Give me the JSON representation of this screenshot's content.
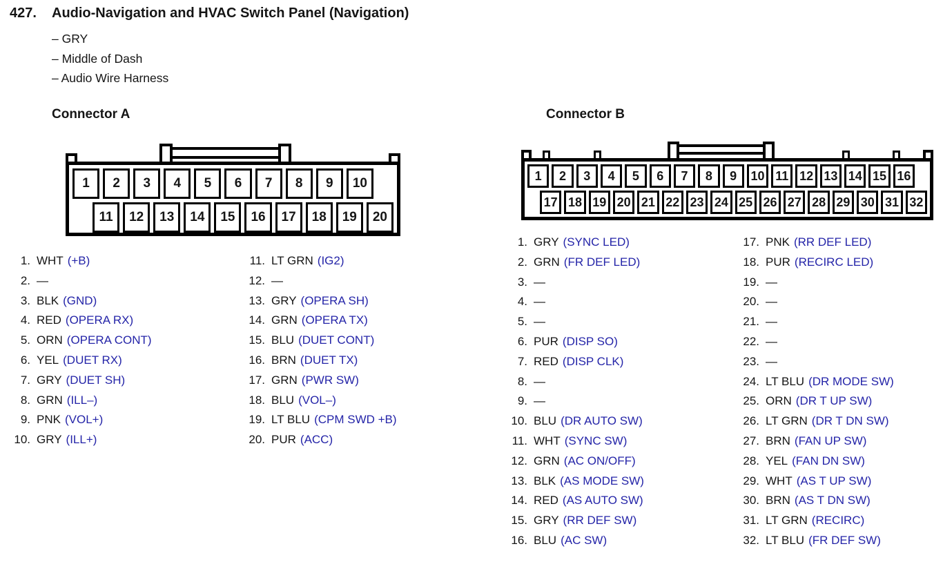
{
  "header": {
    "item_number": "427.",
    "title": "Audio-Navigation and HVAC Switch Panel (Navigation)",
    "details": [
      "– GRY",
      "– Middle of Dash",
      "– Audio Wire Harness"
    ]
  },
  "colors": {
    "signal_blue": "#2424a8",
    "ink_black": "#151515",
    "background": "#ffffff"
  },
  "connector_a": {
    "heading": "Connector A",
    "top_pins": [
      "1",
      "2",
      "3",
      "4",
      "5",
      "6",
      "7",
      "8",
      "9",
      "10"
    ],
    "bottom_pins": [
      "11",
      "12",
      "13",
      "14",
      "15",
      "16",
      "17",
      "18",
      "19",
      "20"
    ],
    "list_left": [
      {
        "num": "1.",
        "wire": "WHT",
        "signal": "(+B)"
      },
      {
        "num": "2.",
        "wire": "—",
        "signal": ""
      },
      {
        "num": "3.",
        "wire": "BLK",
        "signal": "(GND)"
      },
      {
        "num": "4.",
        "wire": "RED",
        "signal": "(OPERA RX)"
      },
      {
        "num": "5.",
        "wire": "ORN",
        "signal": "(OPERA CONT)"
      },
      {
        "num": "6.",
        "wire": "YEL",
        "signal": "(DUET RX)"
      },
      {
        "num": "7.",
        "wire": "GRY",
        "signal": "(DUET SH)"
      },
      {
        "num": "8.",
        "wire": "GRN",
        "signal": "(ILL–)"
      },
      {
        "num": "9.",
        "wire": "PNK",
        "signal": "(VOL+)"
      },
      {
        "num": "10.",
        "wire": "GRY",
        "signal": "(ILL+)"
      }
    ],
    "list_right": [
      {
        "num": "11.",
        "wire": "LT GRN",
        "signal": "(IG2)"
      },
      {
        "num": "12.",
        "wire": "—",
        "signal": ""
      },
      {
        "num": "13.",
        "wire": "GRY",
        "signal": "(OPERA SH)"
      },
      {
        "num": "14.",
        "wire": "GRN",
        "signal": "(OPERA TX)"
      },
      {
        "num": "15.",
        "wire": "BLU",
        "signal": "(DUET CONT)"
      },
      {
        "num": "16.",
        "wire": "BRN",
        "signal": "(DUET TX)"
      },
      {
        "num": "17.",
        "wire": "GRN",
        "signal": "(PWR SW)"
      },
      {
        "num": "18.",
        "wire": "BLU",
        "signal": "(VOL–)"
      },
      {
        "num": "19.",
        "wire": "LT BLU",
        "signal": "(CPM SWD +B)"
      },
      {
        "num": "20.",
        "wire": "PUR",
        "signal": "(ACC)"
      }
    ]
  },
  "connector_b": {
    "heading": "Connector B",
    "top_pins": [
      "1",
      "2",
      "3",
      "4",
      "5",
      "6",
      "7",
      "8",
      "9",
      "10",
      "11",
      "12",
      "13",
      "14",
      "15",
      "16"
    ],
    "bottom_pins": [
      "17",
      "18",
      "19",
      "20",
      "21",
      "22",
      "23",
      "24",
      "25",
      "26",
      "27",
      "28",
      "29",
      "30",
      "31",
      "32"
    ],
    "list_left": [
      {
        "num": "1.",
        "wire": "GRY",
        "signal": "(SYNC LED)"
      },
      {
        "num": "2.",
        "wire": "GRN",
        "signal": "(FR DEF LED)"
      },
      {
        "num": "3.",
        "wire": "—",
        "signal": ""
      },
      {
        "num": "4.",
        "wire": "—",
        "signal": ""
      },
      {
        "num": "5.",
        "wire": "—",
        "signal": ""
      },
      {
        "num": "6.",
        "wire": "PUR",
        "signal": "(DISP SO)"
      },
      {
        "num": "7.",
        "wire": "RED",
        "signal": "(DISP CLK)"
      },
      {
        "num": "8.",
        "wire": "—",
        "signal": ""
      },
      {
        "num": "9.",
        "wire": "—",
        "signal": ""
      },
      {
        "num": "10.",
        "wire": "BLU",
        "signal": "(DR AUTO SW)"
      },
      {
        "num": "11.",
        "wire": "WHT",
        "signal": "(SYNC SW)"
      },
      {
        "num": "12.",
        "wire": "GRN",
        "signal": "(AC ON/OFF)"
      },
      {
        "num": "13.",
        "wire": "BLK",
        "signal": "(AS MODE SW)"
      },
      {
        "num": "14.",
        "wire": "RED",
        "signal": "(AS AUTO SW)"
      },
      {
        "num": "15.",
        "wire": "GRY",
        "signal": "(RR DEF SW)"
      },
      {
        "num": "16.",
        "wire": "BLU",
        "signal": "(AC SW)"
      }
    ],
    "list_right": [
      {
        "num": "17.",
        "wire": "PNK",
        "signal": "(RR DEF LED)"
      },
      {
        "num": "18.",
        "wire": "PUR",
        "signal": "(RECIRC LED)"
      },
      {
        "num": "19.",
        "wire": "—",
        "signal": ""
      },
      {
        "num": "20.",
        "wire": "—",
        "signal": ""
      },
      {
        "num": "21.",
        "wire": "—",
        "signal": ""
      },
      {
        "num": "22.",
        "wire": "—",
        "signal": ""
      },
      {
        "num": "23.",
        "wire": "—",
        "signal": ""
      },
      {
        "num": "24.",
        "wire": "LT BLU",
        "signal": "(DR MODE SW)"
      },
      {
        "num": "25.",
        "wire": "ORN",
        "signal": "(DR T UP SW)"
      },
      {
        "num": "26.",
        "wire": "LT GRN",
        "signal": "(DR T DN SW)"
      },
      {
        "num": "27.",
        "wire": "BRN",
        "signal": "(FAN UP SW)"
      },
      {
        "num": "28.",
        "wire": "YEL",
        "signal": "(FAN DN SW)"
      },
      {
        "num": "29.",
        "wire": "WHT",
        "signal": "(AS T UP SW)"
      },
      {
        "num": "30.",
        "wire": "BRN",
        "signal": "(AS T DN SW)"
      },
      {
        "num": "31.",
        "wire": "LT GRN",
        "signal": "(RECIRC)"
      },
      {
        "num": "32.",
        "wire": "LT BLU",
        "signal": "(FR DEF SW)"
      }
    ]
  }
}
